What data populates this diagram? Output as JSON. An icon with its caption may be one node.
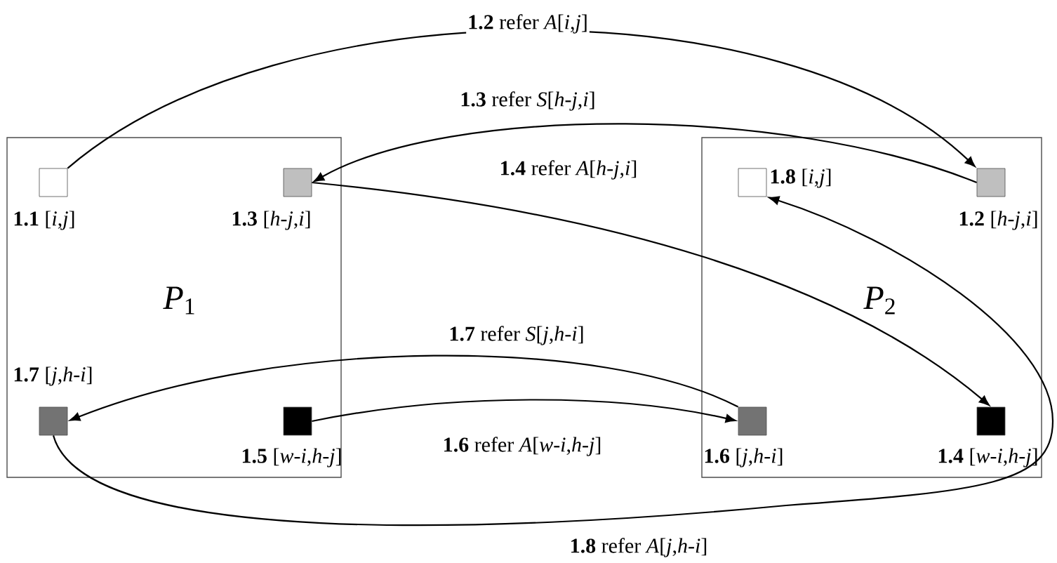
{
  "diagram": {
    "nodes": [
      {
        "text": [
          "*P*$_{1}$"
        ]
      },
      {
        "text": [],
        "shape": "box",
        "in": 0,
        "beside": [
          "**1.1** [*i*,*j*]"
        ]
      },
      {
        "text": [],
        "shape": "box",
        "in": 0,
        "beside": [
          "**1.3** [*h*-*j*,*i*]"
        ]
      },
      {
        "text": [],
        "shape": "box",
        "in": 0,
        "beside": [
          "**1.7** [*j*,*h*-*i*]"
        ]
      },
      {
        "text": [],
        "shape": "box",
        "in": 0,
        "beside": [
          "**1.5** [*w*-*i*,*h*-*j*]"
        ]
      },
      {
        "text": [
          "*P*$_{2}$"
        ]
      },
      {
        "text": [],
        "shape": "box",
        "in": 5,
        "beside": [
          "**1.8** [*i*,*j*]"
        ]
      },
      {
        "text": [],
        "shape": "box",
        "in": 5,
        "beside": [
          "**1.2** [*h*-*j*,*i*]"
        ]
      },
      {
        "text": [],
        "shape": "box",
        "in": 5,
        "beside": [
          "**1.6** [*j*,*h*-*i*]"
        ]
      },
      {
        "text": [],
        "shape": "box",
        "in": 5,
        "beside": [
          "**1.4** [*w*-*i*,*h*-*j*]"
        ]
      }
    ],
    "edges": [
      {
        "from": 1,
        "to": 7,
        "arrow": "to",
        "label": "**1.2** refer *A*[*i*,*j*]"
      },
      {
        "from": 7,
        "to": 2,
        "arrow": "to",
        "label": "**1.3** refer *S*[*h*-*j*,*i*]"
      },
      {
        "from": 2,
        "to": 9,
        "arrow": "to",
        "label": "**1.4** refer *A*[*h*-*j*,*i*]"
      },
      {
        "from": 4,
        "to": 8,
        "arrow": "to",
        "label": "**1.6** refer *A*[*w*-*i*,*h*-*j*]"
      },
      {
        "from": 8,
        "to": 3,
        "arrow": "to",
        "label": "**1.7** refer *S*[*j*,*h*-*i*]"
      },
      {
        "from": 3,
        "to": 6,
        "arrow": "to",
        "label": "**1.8** refer *A*[*j*,*h*-*i*]"
      }
    ]
  }
}
